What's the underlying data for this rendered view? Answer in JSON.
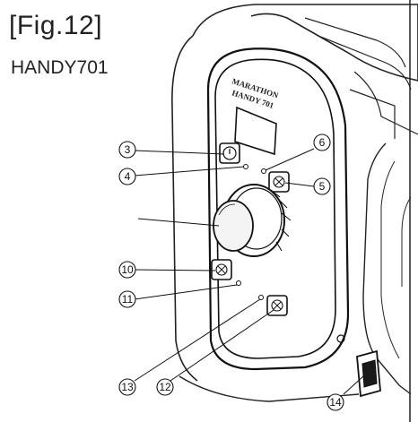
{
  "figure": {
    "title": "[Fig.12]",
    "model": "HANDY701"
  },
  "device": {
    "brand": "MARATHON",
    "model_plate": "HANDY 701"
  },
  "callouts": {
    "c3": "3",
    "c4": "4",
    "c5": "5",
    "c6": "6",
    "c10": "10",
    "c11": "11",
    "c12": "12",
    "c13": "13",
    "c14": "14"
  }
}
